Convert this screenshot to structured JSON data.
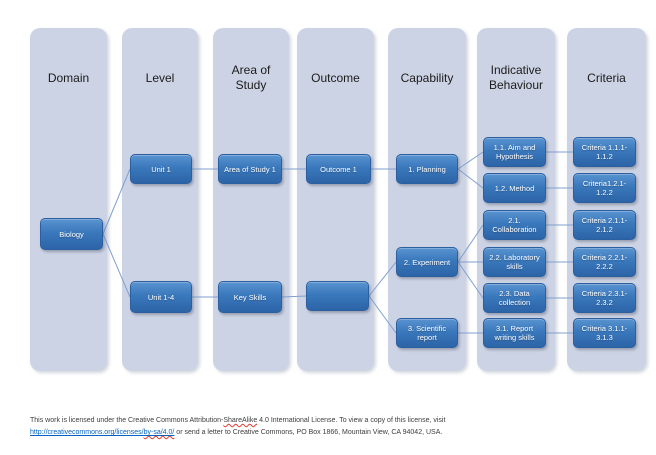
{
  "diagram": {
    "columns": [
      {
        "label": "Domain"
      },
      {
        "label": "Level"
      },
      {
        "label": "Area of Study"
      },
      {
        "label": "Outcome"
      },
      {
        "label": "Capability"
      },
      {
        "label": "Indicative Behaviour"
      },
      {
        "label": "Criteria"
      }
    ],
    "nodes": {
      "biology": "Biology",
      "unit1": "Unit 1",
      "unit14": "Unit 1-4",
      "area_of_study_1": "Area of Study 1",
      "key_skills": "Key Skills",
      "outcome1": "Outcome 1",
      "outcome_blank": "",
      "planning": "1. Planning",
      "experiment": "2. Experiment",
      "scientific_report": "3. Scientific report",
      "ib_1_1": "1.1. Aim and Hypothesis",
      "ib_1_2": "1.2. Method",
      "ib_2_1": "2.1. Collaboration",
      "ib_2_2": "2.2. Laboratory skills",
      "ib_2_3": "2.3. Data collection",
      "ib_3_1": "3.1. Report writing skills",
      "cr_1_1": "Criteria 1.1.1-1.1.2",
      "cr_1_2": "Criteria1.2.1-1.2.2",
      "cr_2_1": "Criteria 2.1.1-2.1.2",
      "cr_2_2": "Criteria 2.2.1-2.2.2",
      "cr_2_3": "Crtieria 2.3.1-2.3.2",
      "cr_3_1": "Criteria 3.1.1-3.1.3"
    },
    "colors": {
      "panel": "#ccd3e4",
      "node_top": "#5993d0",
      "node_bottom": "#2c64a7",
      "connector": "#7f9fcf",
      "link": "#0563c1"
    }
  },
  "footer": {
    "line1_part1": "This work is licensed under the Creative Commons Attribution-",
    "misspelled_word": "ShareAlike",
    "line1_part2": " 4.0 International License. To view a copy of this license, visit",
    "link_main": "http://creativecommons.org/licenses/",
    "link_tail": "by-sa/4.0/",
    "line2_rest": " or send a letter to Creative Commons, PO Box 1866, Mountain View, CA 94042, USA."
  }
}
